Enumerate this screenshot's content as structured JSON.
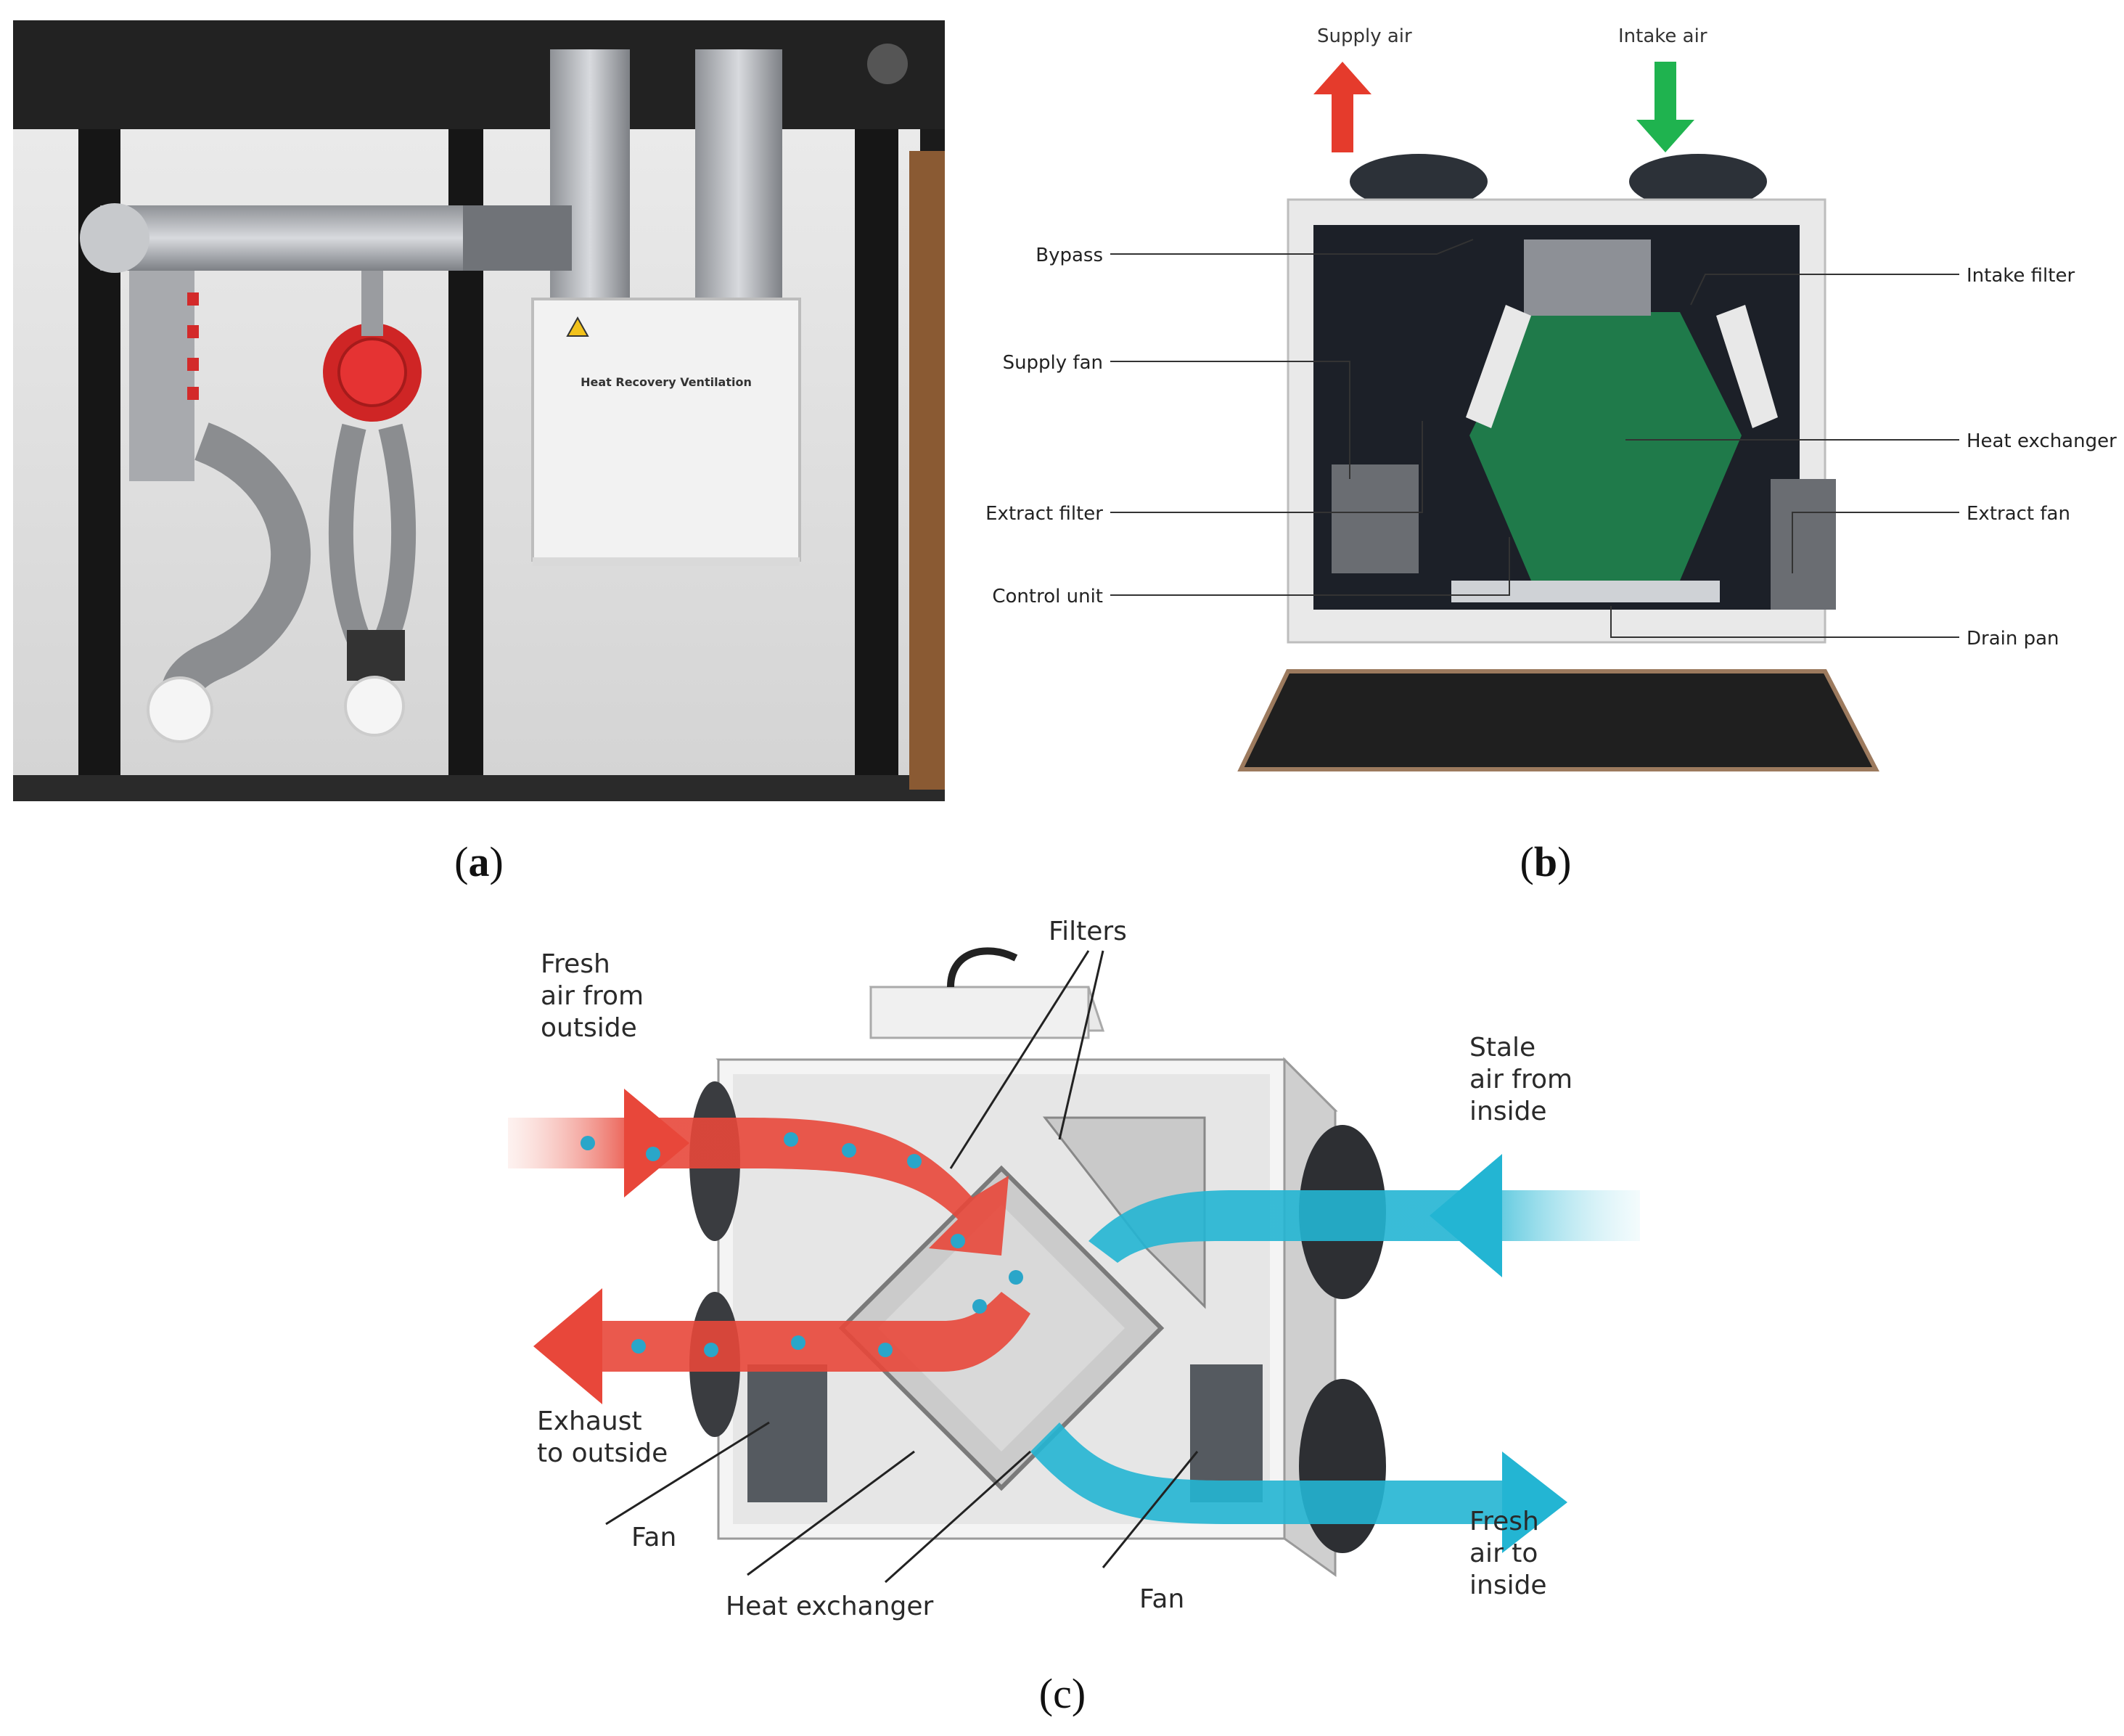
{
  "panel_a": {
    "caption_open": "(",
    "caption_letter": "a",
    "caption_close": ")",
    "unit_label": "Heat Recovery Ventilation"
  },
  "panel_b": {
    "caption_open": "(",
    "caption_letter": "b",
    "caption_close": ")",
    "top_labels": {
      "supply_air": "Supply air",
      "intake_air": "Intake air"
    },
    "left_labels": [
      "Bypass",
      "Supply fan",
      "Extract filter",
      "Control unit"
    ],
    "right_labels": [
      "Intake filter",
      "Heat exchanger",
      "Extract fan",
      "Drain pan"
    ]
  },
  "panel_c": {
    "caption_open": "(",
    "caption_letter": "c",
    "caption_close": ")",
    "fresh_air_from_outside": [
      "Fresh",
      "air from",
      "outside"
    ],
    "filters": "Filters",
    "stale_air_from_inside": [
      "Stale",
      "air from",
      "inside"
    ],
    "exhaust_to_outside": [
      "Exhaust",
      "to outside"
    ],
    "fan_left": "Fan",
    "heat_exchanger": "Heat exchanger",
    "fan_right": "Fan",
    "fresh_air_to_inside": [
      "Fresh",
      "air to",
      "inside"
    ]
  },
  "colors": {
    "warm_arrow": "#e8473a",
    "cool_arrow": "#23b5d3",
    "exchanger_green": "#1f7a4a",
    "up_arrow": "#e53b2c",
    "down_arrow": "#1fb34f"
  }
}
